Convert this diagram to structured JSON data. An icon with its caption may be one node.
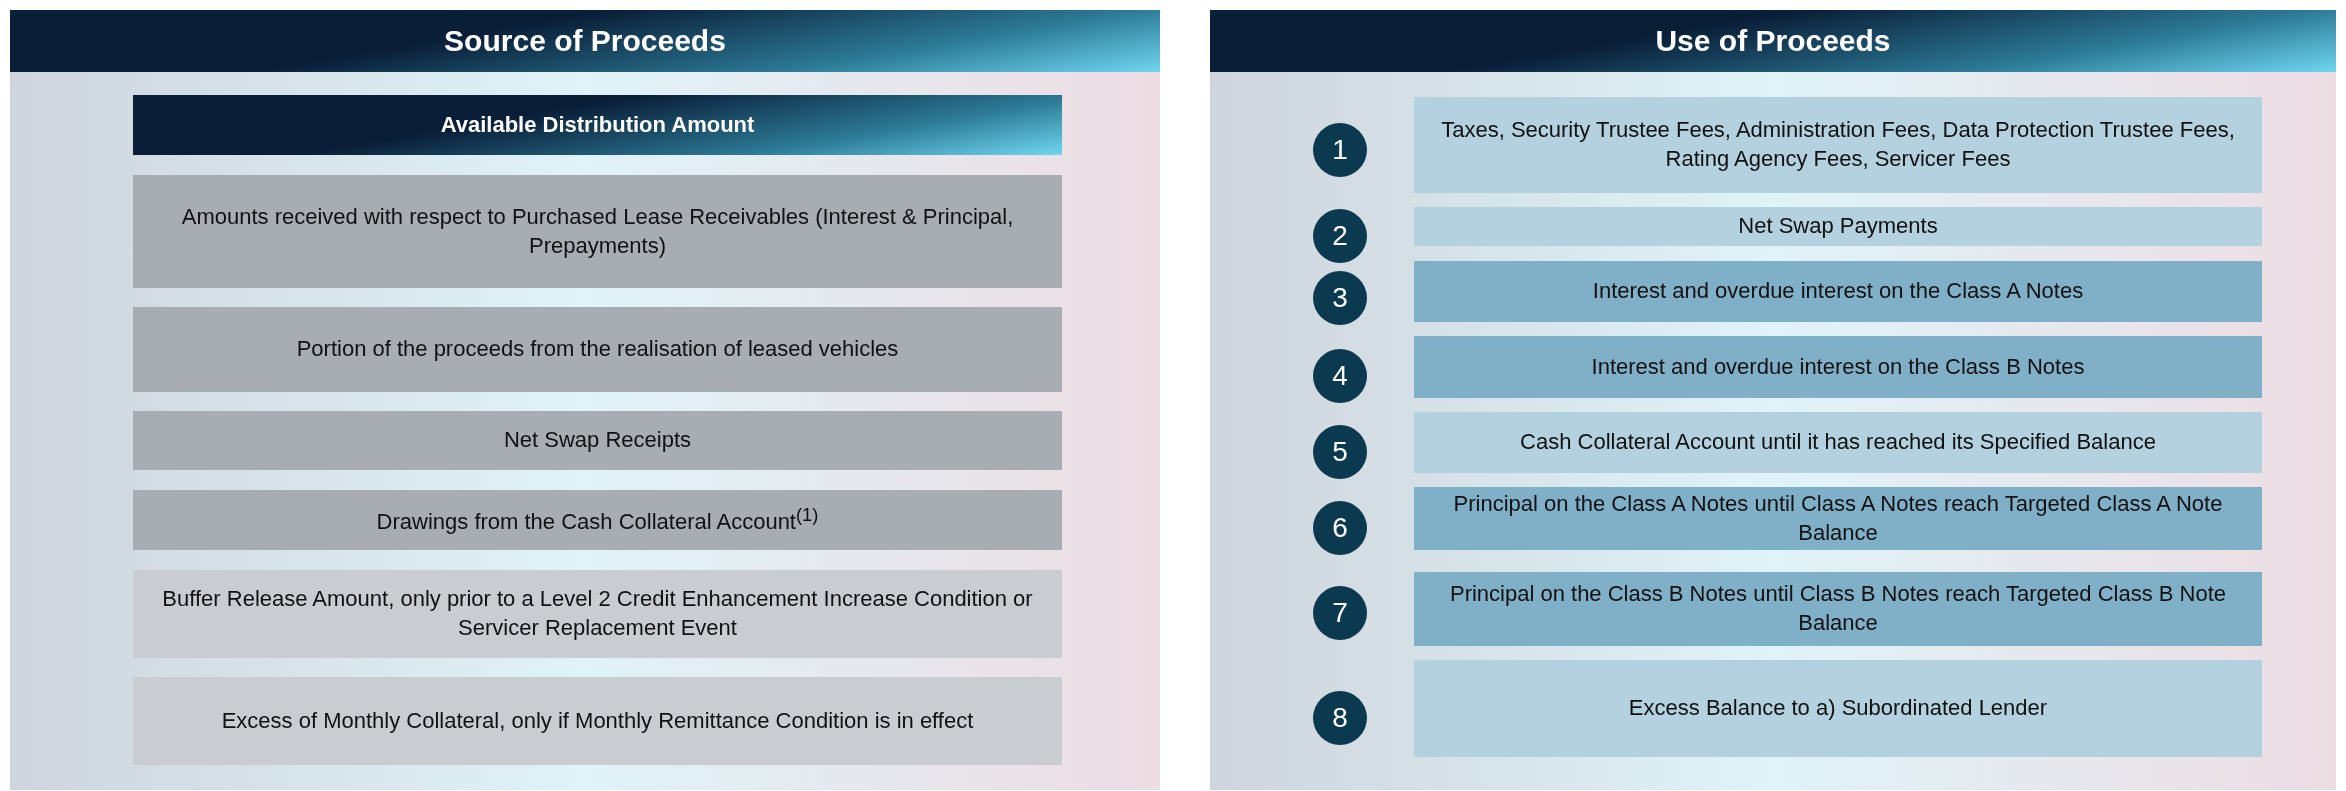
{
  "diagram": {
    "nodes": [
      {
        "text": [
          "Source of Proceeds"
        ]
      },
      {
        "text": [
          "Available Distribution Amount"
        ],
        "in": 0
      },
      {
        "text": [
          "Amounts received with respect to Purchased Lease Receivables (Interest & Principal, Prepayments)"
        ],
        "in": 0
      },
      {
        "text": [
          "Portion of the proceeds from the realisation of leased vehicles"
        ],
        "in": 0
      },
      {
        "text": [
          "Net Swap Receipts"
        ],
        "in": 0
      },
      {
        "text": [
          "Drawings from the Cash Collateral Account$^{(1)}$"
        ],
        "in": 0
      },
      {
        "text": [
          "Buffer Release Amount, only prior to a Level 2 Credit Enhancement Increase Condition or Servicer Replacement Event"
        ],
        "in": 0
      },
      {
        "text": [
          "Excess of Monthly Collateral, only if Monthly Remittance Condition is in effect"
        ],
        "in": 0
      },
      {
        "text": [
          "Use of Proceeds"
        ]
      },
      {
        "text": [
          "1"
        ],
        "in": 8
      },
      {
        "text": [
          "Taxes, Security Trustee Fees, Administration Fees, Data Protection Trustee Fees, Rating Agency Fees, Servicer Fees"
        ],
        "in": 8
      },
      {
        "text": [
          "2"
        ],
        "in": 8
      },
      {
        "text": [
          "Net Swap Payments"
        ],
        "in": 8
      },
      {
        "text": [
          "3"
        ],
        "in": 8
      },
      {
        "text": [
          "Interest and overdue interest on the Class A Notes"
        ],
        "in": 8
      },
      {
        "text": [
          "4"
        ],
        "in": 8
      },
      {
        "text": [
          "Interest and overdue interest on the Class B Notes"
        ],
        "in": 8
      },
      {
        "text": [
          "5"
        ],
        "in": 8
      },
      {
        "text": [
          "Cash Collateral Account until it has reached its Specified Balance"
        ],
        "in": 8
      },
      {
        "text": [
          "6"
        ],
        "in": 8
      },
      {
        "text": [
          "Principal on the Class A Notes until Class A Notes reach Targeted Class A Note Balance"
        ],
        "in": 8
      },
      {
        "text": [
          "7"
        ],
        "in": 8
      },
      {
        "text": [
          "Principal on the Class B Notes until Class B Notes reach Targeted Class B Note Balance"
        ],
        "in": 8
      },
      {
        "text": [
          "8"
        ],
        "in": 8
      },
      {
        "text": [
          "Excess Balance to a) Subordinated Lender"
        ],
        "in": 8
      }
    ]
  }
}
